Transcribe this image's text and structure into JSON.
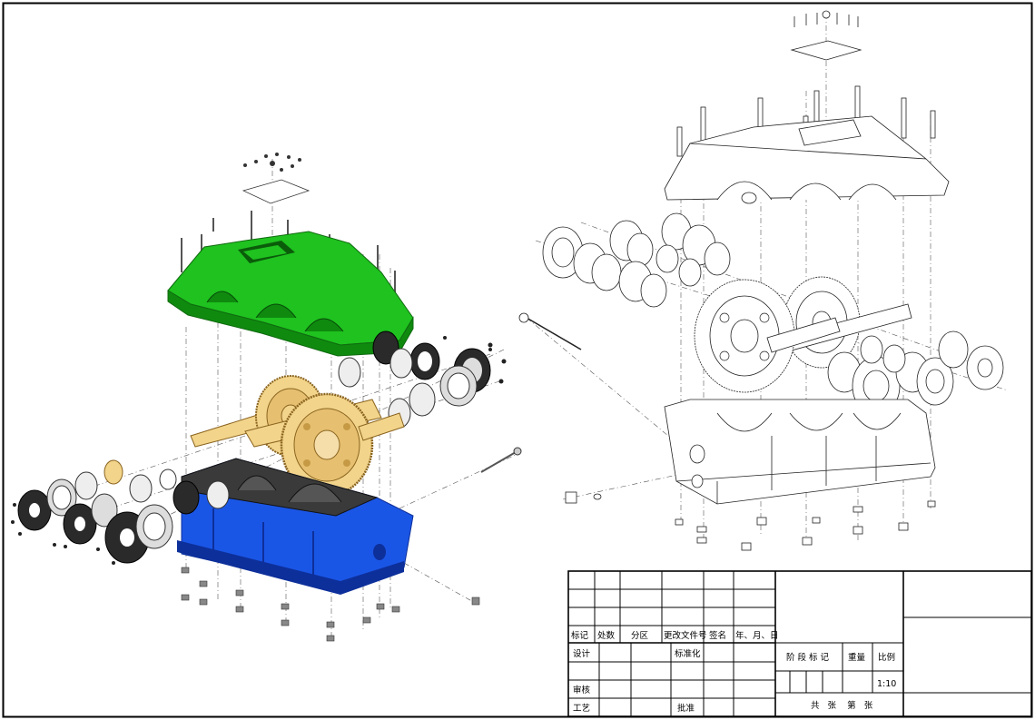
{
  "title_block": {
    "revision_headers": {
      "mark": "标记",
      "count": "处数",
      "zone": "分区",
      "change_doc_no": "更改文件号",
      "signature": "签名",
      "date": "年、月、日"
    },
    "design": "设计",
    "standardization": "标准化",
    "review": "审核",
    "process": "工艺",
    "approve": "批准",
    "stage_mark": "阶 段 标 记",
    "weight": "重量",
    "scale_label": "比例",
    "scale_value": "1:10",
    "sheet_info": "共   张    第   张"
  },
  "colors": {
    "upper_housing": "#1fc21f",
    "upper_housing_dark": "#0f8a0f",
    "lower_housing": "#1a56e6",
    "lower_housing_dark": "#0d2f9a",
    "gears": "#f2d48a",
    "gears_dark": "#b8893a",
    "dark_parts": "#2a2a2a",
    "steel": "#c9c9c9"
  },
  "icons": {
    "colored_view": "exploded-gearbox-colored-icon",
    "line_view": "exploded-gearbox-lineart-icon"
  }
}
